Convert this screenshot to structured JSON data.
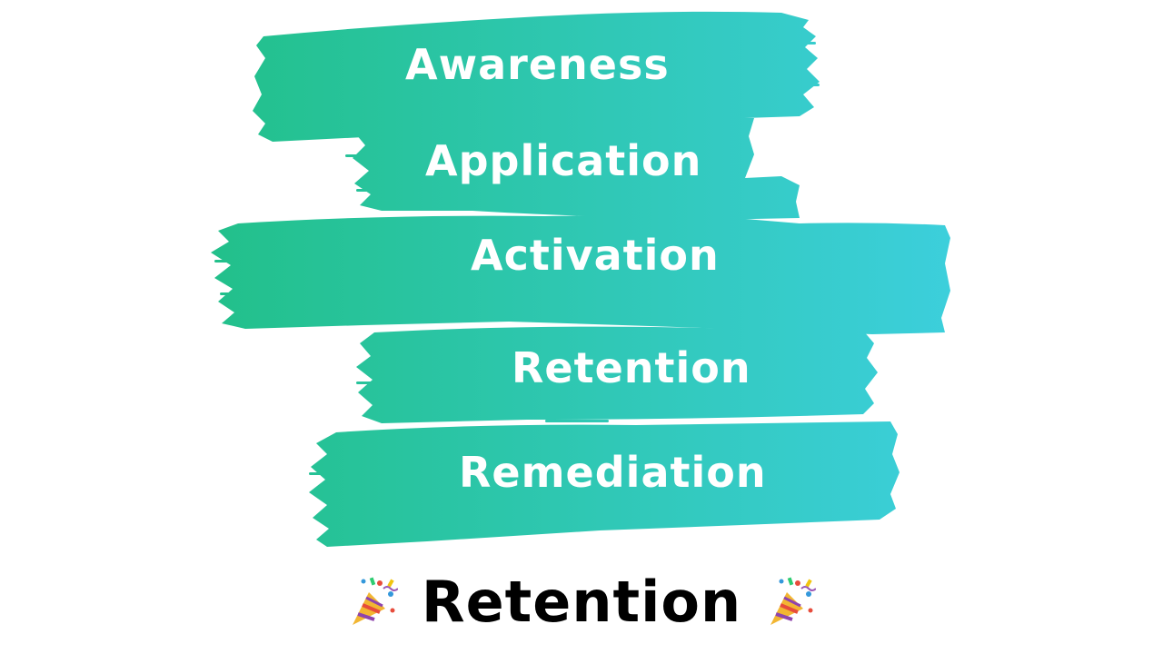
{
  "diagram": {
    "stages": [
      {
        "label": "Awareness"
      },
      {
        "label": "Application"
      },
      {
        "label": "Activation"
      },
      {
        "label": "Retention"
      },
      {
        "label": "Remediation"
      }
    ],
    "highlight": {
      "label": "Retention",
      "icon_left": "party-popper-icon",
      "icon_right": "party-popper-icon"
    }
  },
  "colors": {
    "gradient_start": "#22c08a",
    "gradient_end": "#3ccfdc",
    "stage_text": "#ffffff",
    "highlight_text": "#000000"
  }
}
